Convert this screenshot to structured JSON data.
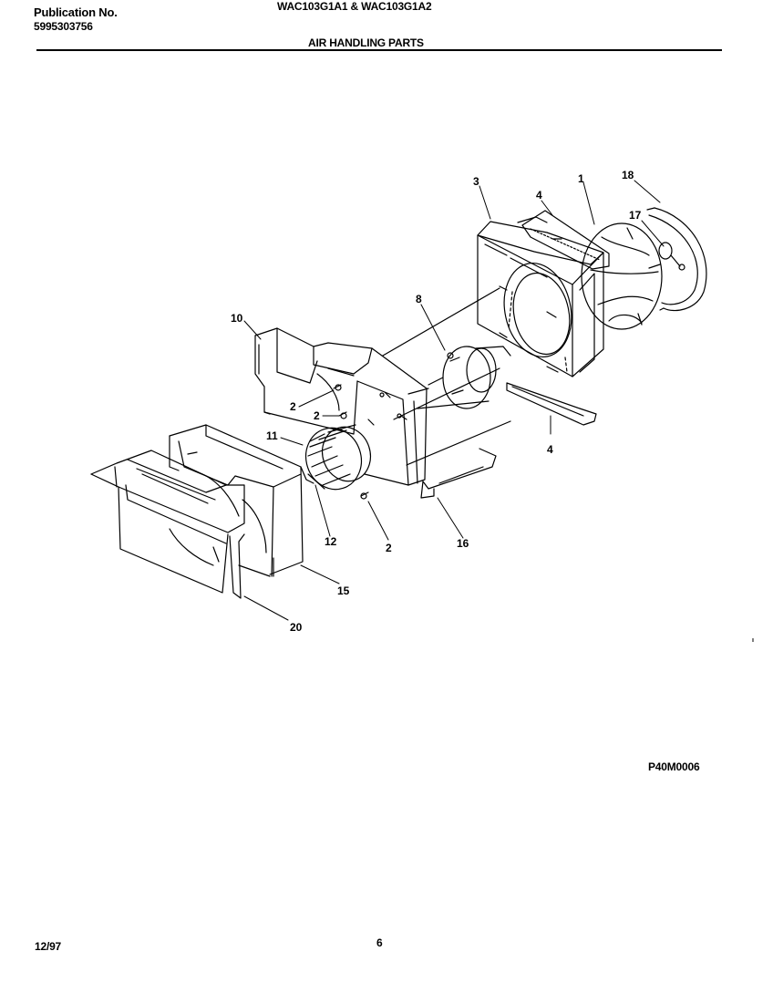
{
  "header": {
    "publication_label": "Publication No.",
    "publication_number": "5995303756",
    "model_line": "WAC103G1A1 & WAC103G1A2",
    "section_title": "AIR HANDLING PARTS"
  },
  "diagram": {
    "drawing_code": "P40M0006",
    "callouts": [
      "3",
      "4",
      "1",
      "18",
      "17",
      "8",
      "10",
      "2",
      "2",
      "11",
      "4",
      "12",
      "2",
      "16",
      "15",
      "20"
    ]
  },
  "footer": {
    "date": "12/97",
    "page": "6"
  }
}
